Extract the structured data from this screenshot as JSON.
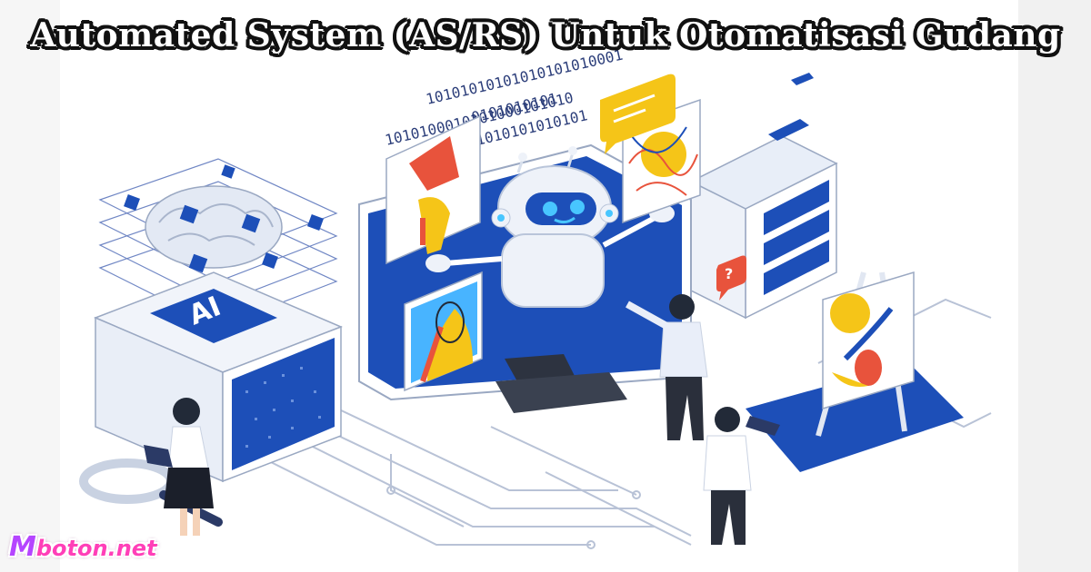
{
  "title": "Automated System (AS/RS) Untuk Otomatisasi Gudang",
  "watermark": {
    "prefix": "M",
    "rest": "boton.net"
  },
  "illustration": {
    "cube_label": "AI",
    "binary_line_1": "1010100010101000101010",
    "binary_line_2": "10101010101010101010001",
    "binary_line_3": "1010101010101",
    "binary_line_4": "0101010101",
    "question_mark": "?"
  },
  "colors": {
    "primary_blue": "#1d4fb8",
    "light_blue": "#bfd3f2",
    "accent_yellow": "#f5c518",
    "accent_red": "#e8533c",
    "dark": "#222a38"
  }
}
